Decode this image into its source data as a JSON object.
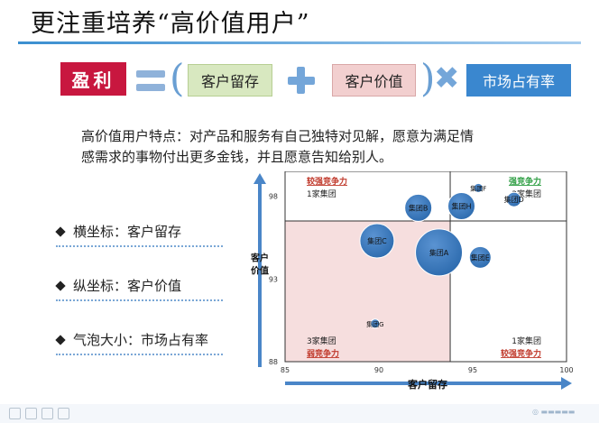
{
  "title": "更注重培养“高价值用户”",
  "equation": {
    "profit": "盈利",
    "retention": "客户留存",
    "value": "客户价值",
    "market_share": "市场占有率"
  },
  "description_lines": [
    "高价值用户特点：对产品和服务有自己独特对见解，愿意为满足情",
    "感需求的事物付出更多金钱，并且愿意告知给别人。"
  ],
  "bullets": [
    "横坐标：客户留存",
    "纵坐标：客户价值",
    "气泡大小：市场占有率"
  ],
  "chart_data": {
    "type": "bubble",
    "xlabel": "客户留存",
    "ylabel": "客户价值",
    "xlim": [
      85,
      100
    ],
    "ylim": [
      88,
      99.5
    ],
    "x_ticks": [
      85,
      90,
      95,
      100
    ],
    "y_ticks": [
      88,
      93,
      98
    ],
    "dividers": {
      "x": 93.8,
      "y": 96.5
    },
    "quadrants": [
      {
        "position": "top-left",
        "title": "较强竞争力",
        "count": "1家集团",
        "title_color": "#c0392b"
      },
      {
        "position": "top-right",
        "title": "强竞争力",
        "count": "3家集团",
        "title_color": "#2e9e43"
      },
      {
        "position": "bottom-left",
        "title": "弱竞争力",
        "count": "3家集团",
        "title_color": "#c0392b"
      },
      {
        "position": "bottom-right",
        "title": "较强竞争力",
        "count": "1家集团",
        "title_color": "#c0392b"
      }
    ],
    "points": [
      {
        "label": "集团A",
        "x": 93.2,
        "y": 94.6,
        "r": 26
      },
      {
        "label": "集团B",
        "x": 92.1,
        "y": 97.3,
        "r": 15
      },
      {
        "label": "集团C",
        "x": 89.9,
        "y": 95.3,
        "r": 19
      },
      {
        "label": "集团D",
        "x": 97.2,
        "y": 97.8,
        "r": 8
      },
      {
        "label": "集团E",
        "x": 95.4,
        "y": 94.3,
        "r": 12
      },
      {
        "label": "集团F",
        "x": 95.3,
        "y": 98.5,
        "r": 5
      },
      {
        "label": "集团G",
        "x": 89.8,
        "y": 90.3,
        "r": 5
      },
      {
        "label": "集团H",
        "x": 94.4,
        "y": 97.4,
        "r": 15
      }
    ]
  }
}
